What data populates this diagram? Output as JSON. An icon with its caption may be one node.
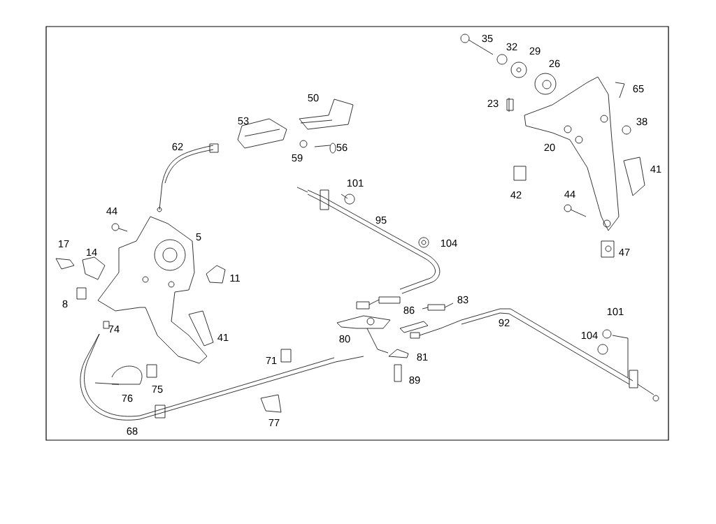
{
  "diagram": {
    "labels": [
      "35",
      "32",
      "29",
      "26",
      "65",
      "50",
      "23",
      "38",
      "53",
      "62",
      "56",
      "20",
      "59",
      "41",
      "42",
      "101",
      "44",
      "44",
      "95",
      "5",
      "104",
      "17",
      "14",
      "47",
      "11",
      "8",
      "83",
      "86",
      "101",
      "92",
      "74",
      "104",
      "80",
      "41",
      "81",
      "71",
      "75",
      "89",
      "76",
      "77",
      "68"
    ]
  }
}
